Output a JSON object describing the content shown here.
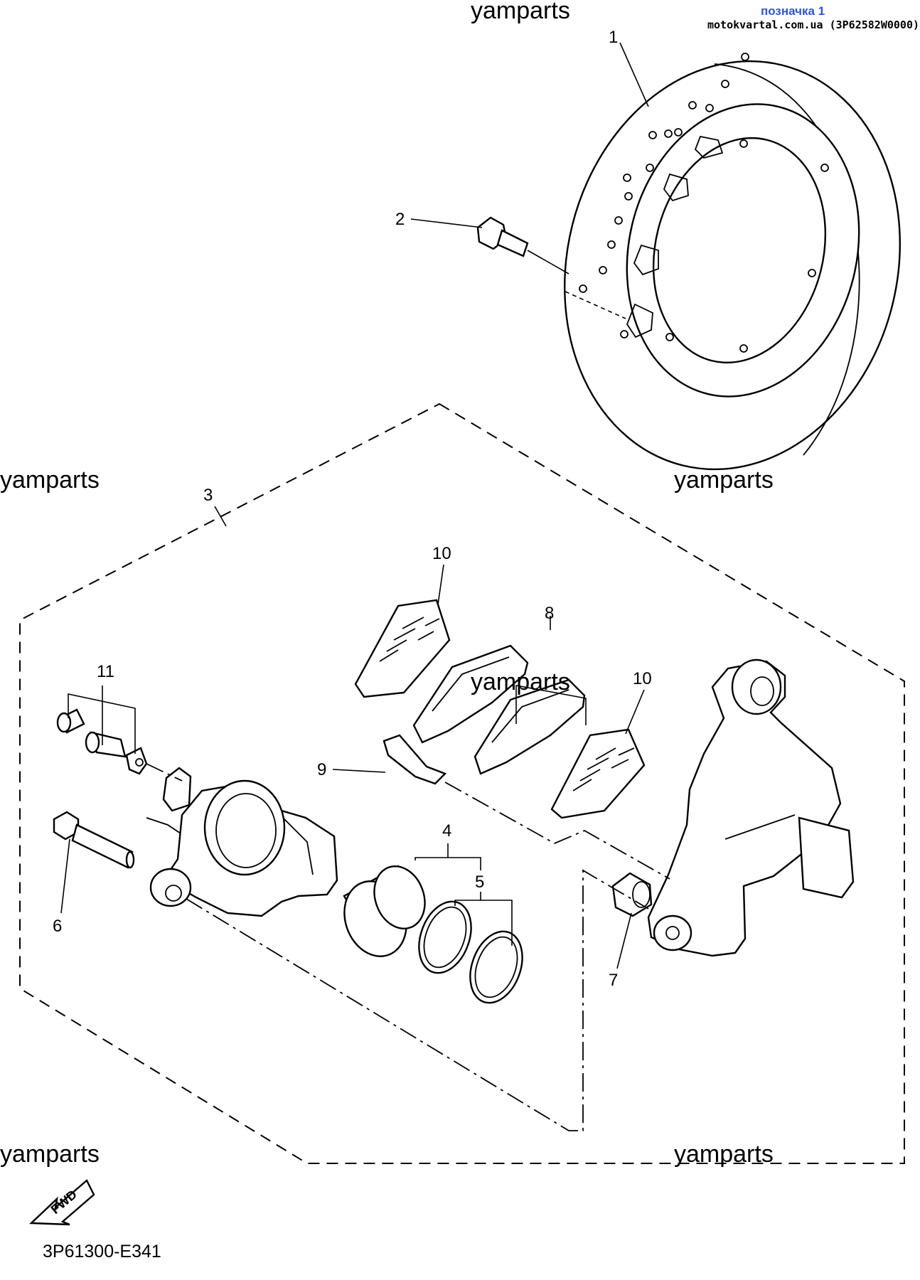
{
  "header": {
    "tag_label": "позначка 1",
    "source_text": "motokvartal.com.ua (3P62582W0000)"
  },
  "watermarks": [
    "yamparts",
    "yamparts",
    "yamparts",
    "yamparts",
    "yamparts",
    "yamparts"
  ],
  "callouts": [
    "1",
    "2",
    "3",
    "4",
    "5",
    "6",
    "7",
    "8",
    "9",
    "10",
    "10",
    "11"
  ],
  "fwd_label": "FWD",
  "diagram_code": "3P61300-E341"
}
